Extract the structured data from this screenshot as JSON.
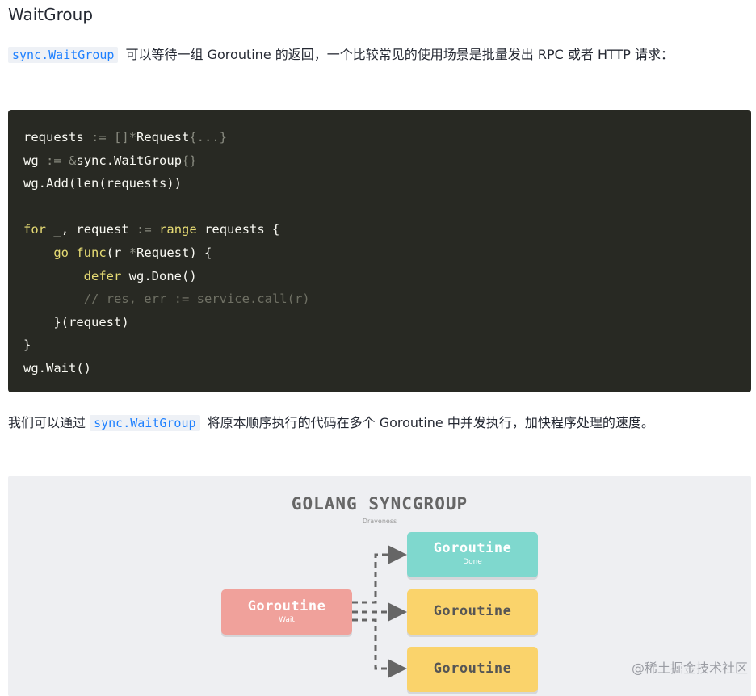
{
  "heading": "WaitGroup",
  "intro": {
    "code": "sync.WaitGroup",
    "text1": " 可以等待一组 Goroutine 的返回，一个比较常见的使用场景是批量发出 RPC 或者 HTTP 请求："
  },
  "code_lines": [
    "requests := []*Request{...}",
    "wg := &sync.WaitGroup{}",
    "wg.Add(len(requests))",
    "",
    "for _, request := range requests {",
    "    go func(r *Request) {",
    "        defer wg.Done()",
    "        // res, err := service.call(r)",
    "    }(request)",
    "}",
    "wg.Wait()"
  ],
  "para2": {
    "text1": "我们可以通过 ",
    "code": "sync.WaitGroup",
    "text2": " 将原本顺序执行的代码在多个 Goroutine 中并发执行，加快程序处理的速度。"
  },
  "figure": {
    "title": "GOLANG SYNCGROUP",
    "subtitle": "Draveness",
    "source": {
      "label": "Goroutine",
      "sub": "Wait",
      "color": "#f0a19b"
    },
    "targets": [
      {
        "label": "Goroutine",
        "sub": "Done",
        "color": "#7fd8ce"
      },
      {
        "label": "Goroutine",
        "sub": "",
        "color": "#fad36b"
      },
      {
        "label": "Goroutine",
        "sub": "",
        "color": "#fad36b"
      }
    ],
    "arrow_color": "#666666"
  },
  "watermark": "@稀土掘金技术社区"
}
